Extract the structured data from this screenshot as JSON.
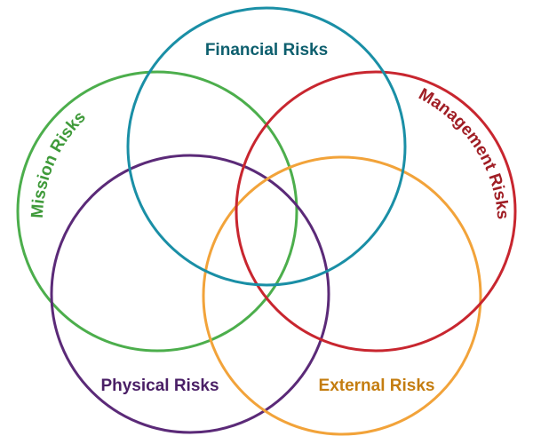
{
  "diagram": {
    "circles": [
      {
        "key": "financial",
        "label": "Financial Risks",
        "color": "#1a8fa6"
      },
      {
        "key": "mission",
        "label": "Mission Risks",
        "color": "#4cae4c"
      },
      {
        "key": "management",
        "label": "Management Risks",
        "color": "#c8262f"
      },
      {
        "key": "physical",
        "label": "Physical Risks",
        "color": "#5b2a78"
      },
      {
        "key": "external",
        "label": "External Risks",
        "color": "#f2a33a"
      }
    ],
    "label_colors": {
      "financial": "#0d5f6e",
      "mission": "#3f9a3a",
      "management": "#a01e25",
      "physical": "#4a1f66",
      "external": "#c47d10"
    }
  }
}
